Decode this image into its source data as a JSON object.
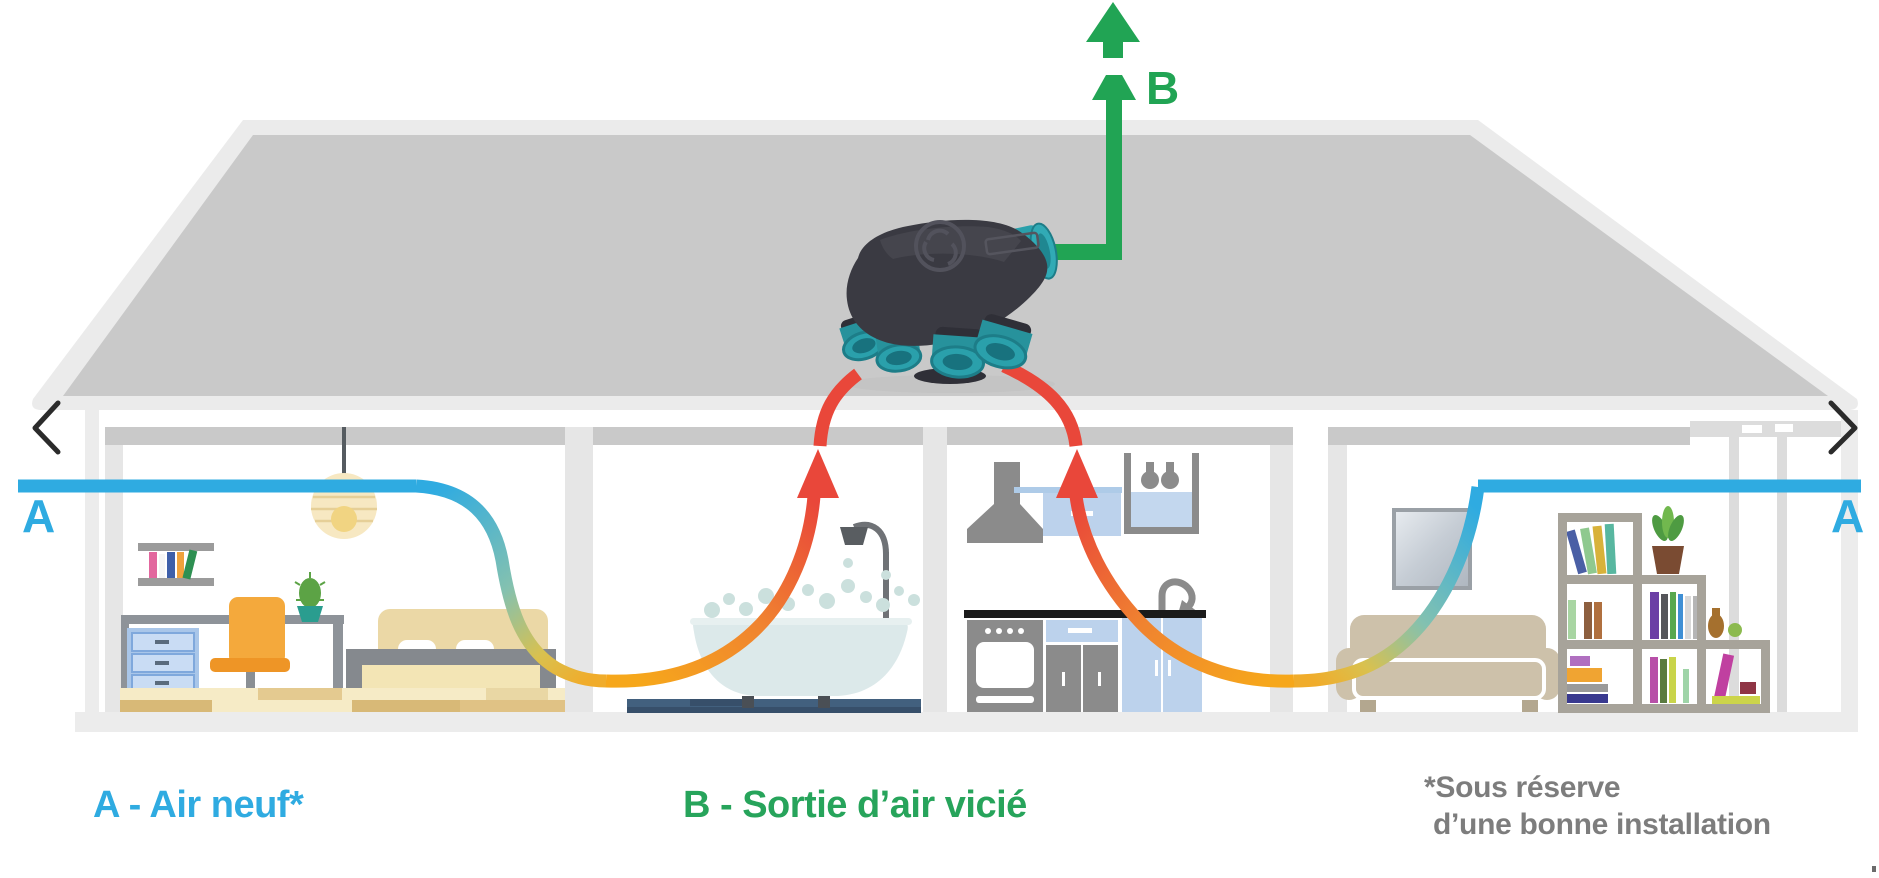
{
  "diagram": {
    "markers": {
      "a_left": "A",
      "a_right": "A",
      "b": "B"
    },
    "legend": {
      "fresh_air": "A - Air neuf*",
      "exhaust_air": "B - Sortie d’air vicié",
      "note_line1": "*Sous réserve",
      "note_line2": "d’une bonne installation"
    },
    "colors": {
      "fresh_air_blue": "#2FABE1",
      "exhaust_green": "#21A454",
      "extract_red": "#E9473A",
      "extract_orange": "#F6A71B",
      "duct_teal": "#2AA0AB",
      "unit_body": "#3A3A42",
      "roof_gray": "#C9C9C9"
    }
  },
  "carousel": {
    "prev_icon": "chevron-left-icon",
    "next_icon": "chevron-right-icon"
  },
  "footer_dot": "."
}
